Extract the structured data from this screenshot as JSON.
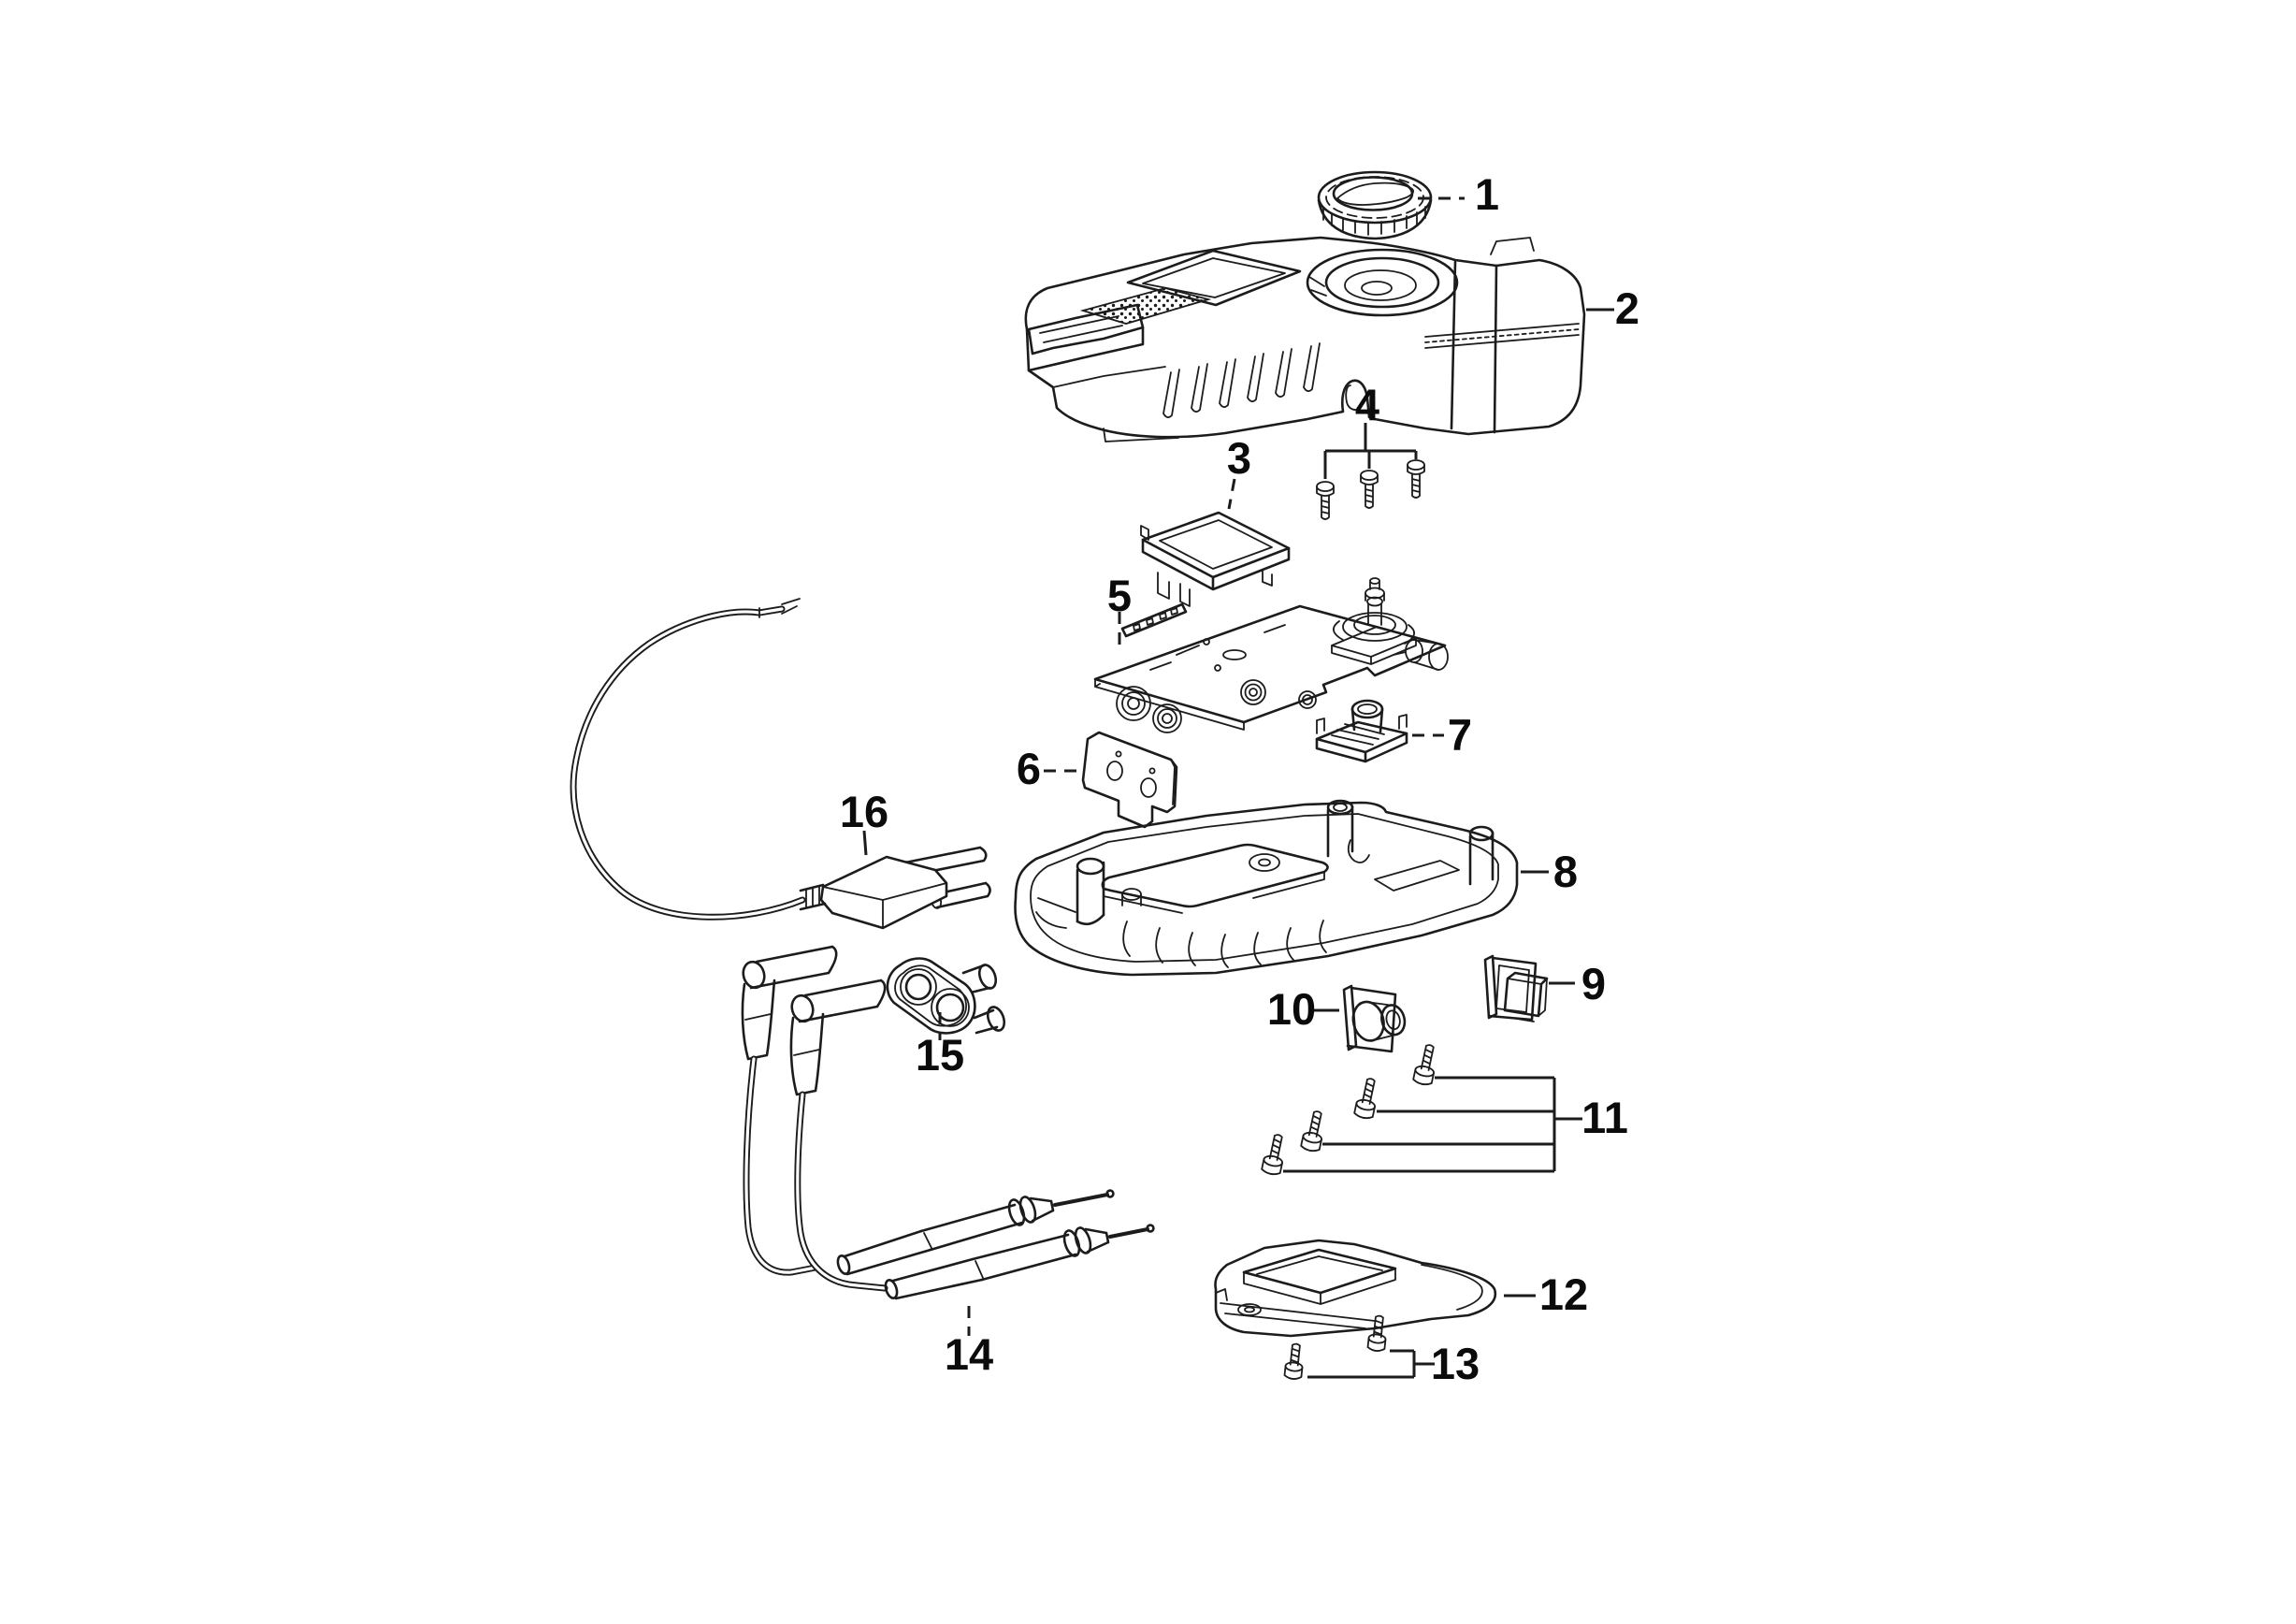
{
  "diagram": {
    "type": "exploded-parts-diagram",
    "subject": "handheld-tester-exploded-view",
    "background_color": "#ffffff",
    "line_color": "#1c1c1c",
    "label_color": "#0b0b0b",
    "parts": [
      {
        "label": "1",
        "name": "rotary-selector-knob",
        "leader": "dashed"
      },
      {
        "label": "2",
        "name": "top-housing",
        "leader": "solid"
      },
      {
        "label": "3",
        "name": "lcd-display-module",
        "leader": "dashed"
      },
      {
        "label": "4",
        "name": "screw-set-of-3",
        "leader": "bracket"
      },
      {
        "label": "5",
        "name": "printed-circuit-board",
        "leader": "dashed"
      },
      {
        "label": "6",
        "name": "insulator-plate",
        "leader": "dashed"
      },
      {
        "label": "7",
        "name": "switch-contact-block",
        "leader": "dashed"
      },
      {
        "label": "8",
        "name": "bottom-housing",
        "leader": "solid"
      },
      {
        "label": "9",
        "name": "push-button",
        "leader": "solid"
      },
      {
        "label": "10",
        "name": "button-boot",
        "leader": "solid"
      },
      {
        "label": "11",
        "name": "screw-set-of-4",
        "leader": "bracket"
      },
      {
        "label": "12",
        "name": "battery-cover",
        "leader": "solid"
      },
      {
        "label": "13",
        "name": "screw-set-of-2",
        "leader": "bracket"
      },
      {
        "label": "14",
        "name": "test-probes-with-leads",
        "leader": "dashed"
      },
      {
        "label": "15",
        "name": "probe-holder",
        "leader": "dashed"
      },
      {
        "label": "16",
        "name": "lead-adapter-with-cable",
        "leader": "solid"
      }
    ]
  }
}
